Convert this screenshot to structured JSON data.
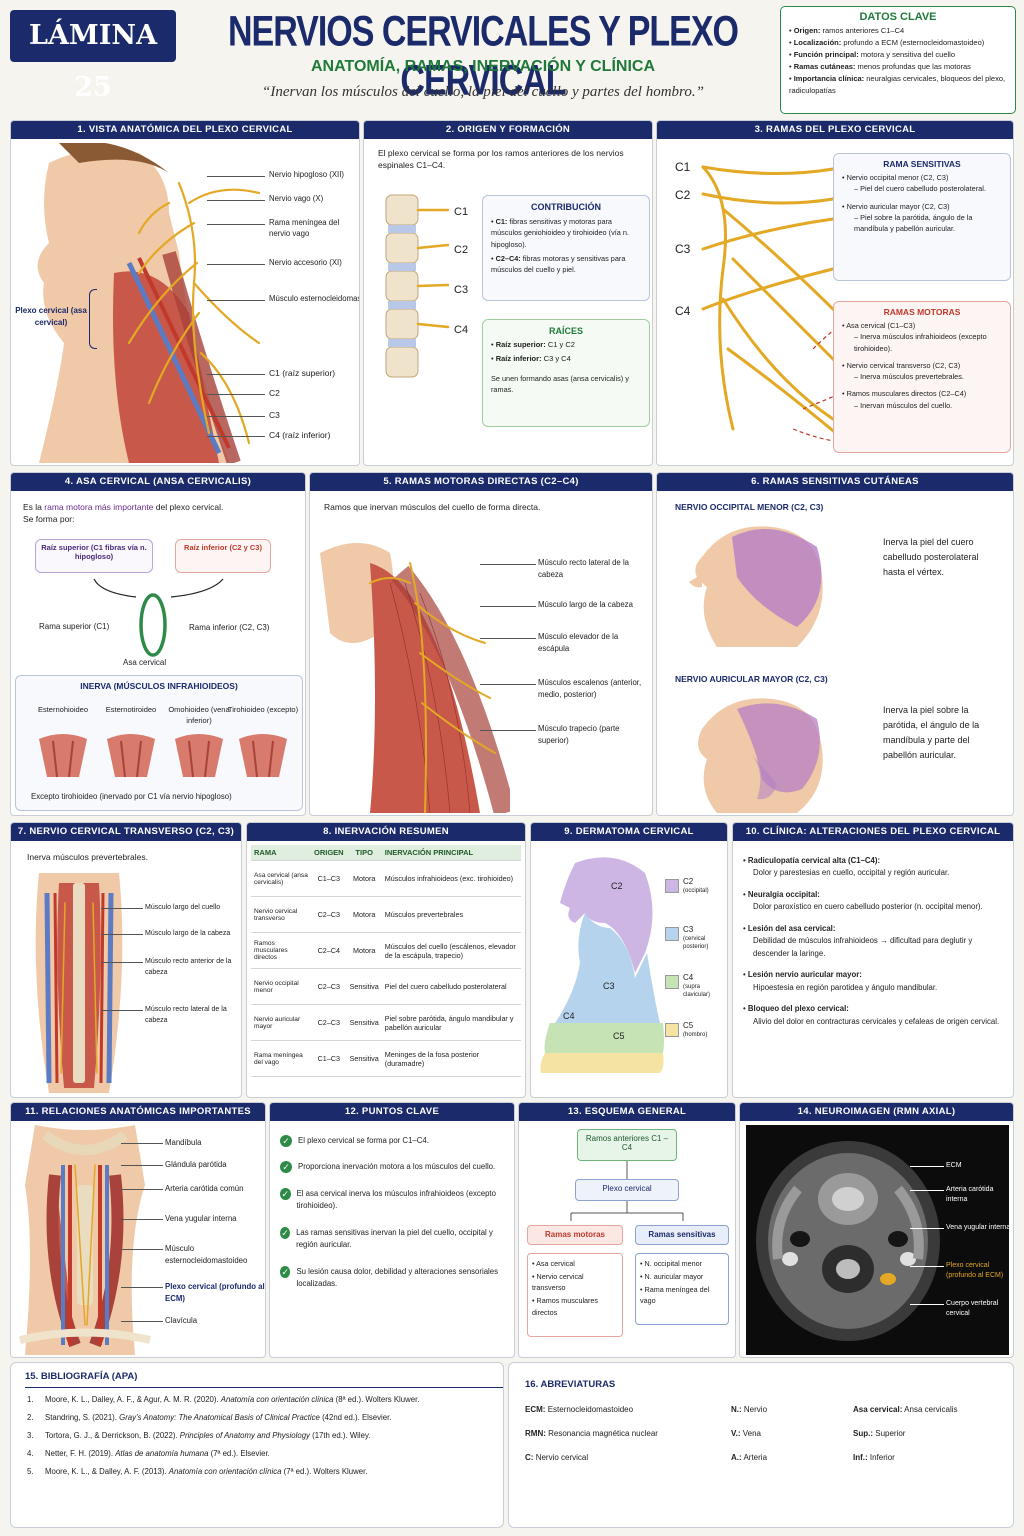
{
  "header": {
    "badge": "LÁMINA 25",
    "title": "NERVIOS CERVICALES Y PLEXO CERVICAL",
    "subtitle": "ANATOMÍA, RAMAS, INERVACIÓN Y CLÍNICA",
    "quote": "“Inervan los músculos del cuello, la piel del cuello y partes del hombro.”"
  },
  "key_data": {
    "title": "DATOS CLAVE",
    "items": [
      {
        "k": "Origen:",
        "v": "ramos anteriores C1–C4"
      },
      {
        "k": "Localización:",
        "v": "profundo a ECM (esternocleidomastoideo)"
      },
      {
        "k": "Función principal:",
        "v": "motora y sensitiva del cuello"
      },
      {
        "k": "Ramas cutáneas:",
        "v": "menos profundas que las motoras"
      },
      {
        "k": "Importancia clínica:",
        "v": "neuralgias cervicales, bloqueos del plexo, radiculopatías"
      }
    ]
  },
  "p1": {
    "title": "1. VISTA ANATÓMICA DEL PLEXO CERVICAL",
    "plexus": "Plexo cervical (asa cervical)",
    "labels": [
      "Nervio hipogloso (XII)",
      "Nervio vago (X)",
      "Rama meníngea del nervio vago",
      "Nervio accesorio (XI)",
      "Músculo esternocleidomastoideo (ECM)",
      "C1 (raíz superior)",
      "C2",
      "C3",
      "C4 (raíz inferior)"
    ]
  },
  "p2": {
    "title": "2. ORIGEN Y FORMACIÓN",
    "intro": "El plexo cervical se forma por los ramos anteriores de los nervios espinales C1–C4.",
    "levels": [
      "C1",
      "C2",
      "C3",
      "C4"
    ],
    "contrib_title": "CONTRIBUCIÓN",
    "contrib": [
      {
        "k": "C1:",
        "v": "fibras sensitivas y motoras para músculos geniohioideo y tirohioideo (vía n. hipogloso)."
      },
      {
        "k": "C2–C4:",
        "v": "fibras motoras y sensitivas para músculos del cuello y piel."
      }
    ],
    "roots_title": "RAÍCES",
    "roots": [
      {
        "k": "Raíz superior:",
        "v": "C1 y C2"
      },
      {
        "k": "Raíz inferior:",
        "v": "C3 y C4"
      }
    ],
    "roots_note": "Se unen formando asas (ansa cervicalis) y ramas."
  },
  "p3": {
    "title": "3. RAMAS DEL PLEXO CERVICAL",
    "levels": [
      "C1",
      "C2",
      "C3",
      "C4"
    ],
    "sens_title": "RAMA SENSITIVAS",
    "sens": [
      {
        "n": "Nervio occipital menor (C2, C3)",
        "d": "Piel del cuero cabelludo posterolateral."
      },
      {
        "n": "Nervio auricular mayor (C2, C3)",
        "d": "Piel sobre la parótida, ángulo de la mandíbula y pabellón auricular."
      }
    ],
    "mot_title": "RAMAS MOTORAS",
    "mot": [
      {
        "n": "Asa cervical (C1–C3)",
        "d": "Inerva músculos infrahioideos (excepto tirohioideo)."
      },
      {
        "n": "Nervio cervical transverso (C2, C3)",
        "d": "Inerva músculos prevertebrales."
      },
      {
        "n": "Ramos musculares directos (C2–C4)",
        "d": "Inervan músculos del cuello."
      }
    ]
  },
  "p4": {
    "title": "4. ASA CERVICAL (ANSA CERVICALIS)",
    "intro1": "Es la",
    "intro_hl": "rama motora más importante",
    "intro2": "del plexo cervical.",
    "intro3": "Se forma por:",
    "sup_box": "Raíz superior (C1 fibras vía n. hipogloso)",
    "inf_box": "Raíz inferior (C2 y C3)",
    "sup_branch": "Rama superior (C1)",
    "inf_branch": "Rama inferior (C2, C3)",
    "loop": "Asa cervical",
    "inerva_title": "INERVA (MÚSCULOS INFRAHIOIDEOS)",
    "muscles": [
      "Esternohioideo",
      "Esternotiroideo",
      "Omohioideo (vena inferior)",
      "Tirohioideo (excepto)"
    ],
    "note": "Excepto tirohioideo (inervado por C1 vía nervio hipogloso)"
  },
  "p5": {
    "title": "5. RAMAS MOTORAS DIRECTAS (C2–C4)",
    "intro": "Ramos que inervan músculos del cuello de forma directa.",
    "labels": [
      "Músculo recto lateral de la cabeza",
      "Músculo largo de la cabeza",
      "Músculo elevador de la escápula",
      "Músculos escalenos (anterior, medio, posterior)",
      "Músculo trapecio (parte superior)"
    ]
  },
  "p6": {
    "title": "6. RAMAS SENSITIVAS CUTÁNEAS",
    "occ_title": "NERVIO OCCIPITAL MENOR (C2, C3)",
    "occ_desc": "Inerva la piel del cuero cabelludo posterolateral hasta el vértex.",
    "aur_title": "NERVIO AURICULAR MAYOR (C2, C3)",
    "aur_desc": "Inerva la piel sobre la parótida, el ángulo de la mandíbula y parte del pabellón auricular."
  },
  "p7": {
    "title": "7. NERVIO CERVICAL TRANSVERSO (C2, C3)",
    "intro": "Inerva músculos prevertebrales.",
    "labels": [
      "Músculo largo del cuello",
      "Músculo largo de la cabeza",
      "Músculo recto anterior de la cabeza",
      "Músculo recto lateral de la cabeza"
    ]
  },
  "p8": {
    "title": "8. INERVACIÓN RESUMEN",
    "headers": [
      "RAMA",
      "ORIGEN",
      "TIPO",
      "INERVACIÓN PRINCIPAL"
    ],
    "rows": [
      [
        "Asa cervical (ansa cervicalis)",
        "C1–C3",
        "Motora",
        "Músculos infrahioideos (exc. tirohioideo)"
      ],
      [
        "Nervio cervical transverso",
        "C2–C3",
        "Motora",
        "Músculos prevertebrales"
      ],
      [
        "Ramos musculares directos",
        "C2–C4",
        "Motora",
        "Músculos del cuello (escálenos, elevador de la escápula, trapecio)"
      ],
      [
        "Nervio occipital menor",
        "C2–C3",
        "Sensitiva",
        "Piel del cuero cabelludo posterolateral"
      ],
      [
        "Nervio auricular mayor",
        "C2–C3",
        "Sensitiva",
        "Piel sobre parótida, ángulo mandibular y pabellón auricular"
      ],
      [
        "Rama meníngea del vago",
        "C1–C3",
        "Sensitiva",
        "Meninges de la fosa posterior (duramadre)"
      ]
    ]
  },
  "p9": {
    "title": "9. DERMATOMA CERVICAL",
    "map_labels": [
      "C2",
      "C3",
      "C4",
      "C5"
    ],
    "legend": [
      {
        "c": "C2",
        "d": "(occipital)",
        "color": "#cdb6e3"
      },
      {
        "c": "C3",
        "d": "(cervical posterior)",
        "color": "#b6d3ee"
      },
      {
        "c": "C4",
        "d": "(supra clavicular)",
        "color": "#c5e3b5"
      },
      {
        "c": "C5",
        "d": "(hombro)",
        "color": "#f5e3a3"
      }
    ]
  },
  "p10": {
    "title": "10. CLÍNICA: ALTERACIONES DEL PLEXO CERVICAL",
    "items": [
      {
        "k": "Radiculopatía cervical alta (C1–C4):",
        "v": "Dolor y parestesias en cuello, occipital y región auricular."
      },
      {
        "k": "Neuralgia occipital:",
        "v": "Dolor paroxístico en cuero cabelludo posterior (n. occipital menor)."
      },
      {
        "k": "Lesión del asa cervical:",
        "v": "Debilidad de músculos infrahioideos → dificultad para deglutir y descender la laringe."
      },
      {
        "k": "Lesión nervio auricular mayor:",
        "v": "Hipoestesia en región parotidea y ángulo mandibular."
      },
      {
        "k": "Bloqueo del plexo cervical:",
        "v": "Alivio del dolor en contracturas cervicales y cefaleas de origen cervical."
      }
    ]
  },
  "p11": {
    "title": "11. RELACIONES ANATÓMICAS IMPORTANTES",
    "labels": [
      "Mandíbula",
      "Glándula parótida",
      "Arteria carótida común",
      "Vena yugular interna",
      "Músculo esternocleidomastoideo",
      "Plexo cervical (profundo al ECM)",
      "Clavícula"
    ]
  },
  "p12": {
    "title": "12. PUNTOS CLAVE",
    "items": [
      "El plexo cervical se forma por C1–C4.",
      "Proporciona inervación motora a los músculos del cuello.",
      "El asa cervical inerva los músculos infrahioideos (excepto tirohioideo).",
      "Las ramas sensitivas inervan la piel del cuello, occipital y región auricular.",
      "Su lesión causa dolor, debilidad y alteraciones sensoriales localizadas."
    ]
  },
  "p13": {
    "title": "13. ESQUEMA GENERAL",
    "top": "Ramos anteriores C1 – C4",
    "mid": "Plexo cervical",
    "mot_title": "Ramas motoras",
    "mot": [
      "Asa cervical",
      "Nervio cervical transverso",
      "Ramos musculares directos"
    ],
    "sens_title": "Ramas sensitivas",
    "sens": [
      "N. occipital menor",
      "N. auricular mayor",
      "Rama meníngea del vago"
    ]
  },
  "p14": {
    "title": "14. NEUROIMAGEN (RMN AXIAL)",
    "labels": [
      "ECM",
      "Arteria carótida interna",
      "Vena yugular interna",
      "Plexo cervical (profundo al ECM)",
      "Cuerpo vertebral cervical"
    ]
  },
  "p15": {
    "title": "15. BIBLIOGRAFÍA (APA)",
    "refs": [
      {
        "n": "1.",
        "a": "Moore, K. L., Dalley, A. F., & Agur, A. M. R. (2020).",
        "b": "Anatomía con orientación clínica",
        "c": "(8ª ed.). Wolters Kluwer."
      },
      {
        "n": "2.",
        "a": "Standring, S. (2021).",
        "b": "Gray’s Anatomy: The Anatomical Basis of Clinical Practice",
        "c": "(42nd ed.). Elsevier."
      },
      {
        "n": "3.",
        "a": "Tortora, G. J., & Derrickson, B. (2022).",
        "b": "Principles of Anatomy and Physiology",
        "c": "(17th ed.). Wiley."
      },
      {
        "n": "4.",
        "a": "Netter, F. H. (2019).",
        "b": "Atlas de anatomía humana",
        "c": "(7ª ed.). Elsevier."
      },
      {
        "n": "5.",
        "a": "Moore, K. L., & Dalley, A. F. (2013).",
        "b": "Anatomía con orientación clínica",
        "c": "(7ª ed.). Wolters Kluwer."
      }
    ]
  },
  "p16": {
    "title": "16. ABREVIATURAS",
    "items": [
      {
        "k": "ECM:",
        "v": "Esternocleidomastoideo"
      },
      {
        "k": "N.:",
        "v": "Nervio"
      },
      {
        "k": "Asa cervical:",
        "v": "Ansa cervicalis"
      },
      {
        "k": "RMN:",
        "v": "Resonancia magnética nuclear"
      },
      {
        "k": "V.:",
        "v": "Vena"
      },
      {
        "k": "Sup.:",
        "v": "Superior"
      },
      {
        "k": "C:",
        "v": "Nervio cervical"
      },
      {
        "k": "A.:",
        "v": "Arteria"
      },
      {
        "k": "Inf.:",
        "v": "Inferior"
      }
    ]
  }
}
